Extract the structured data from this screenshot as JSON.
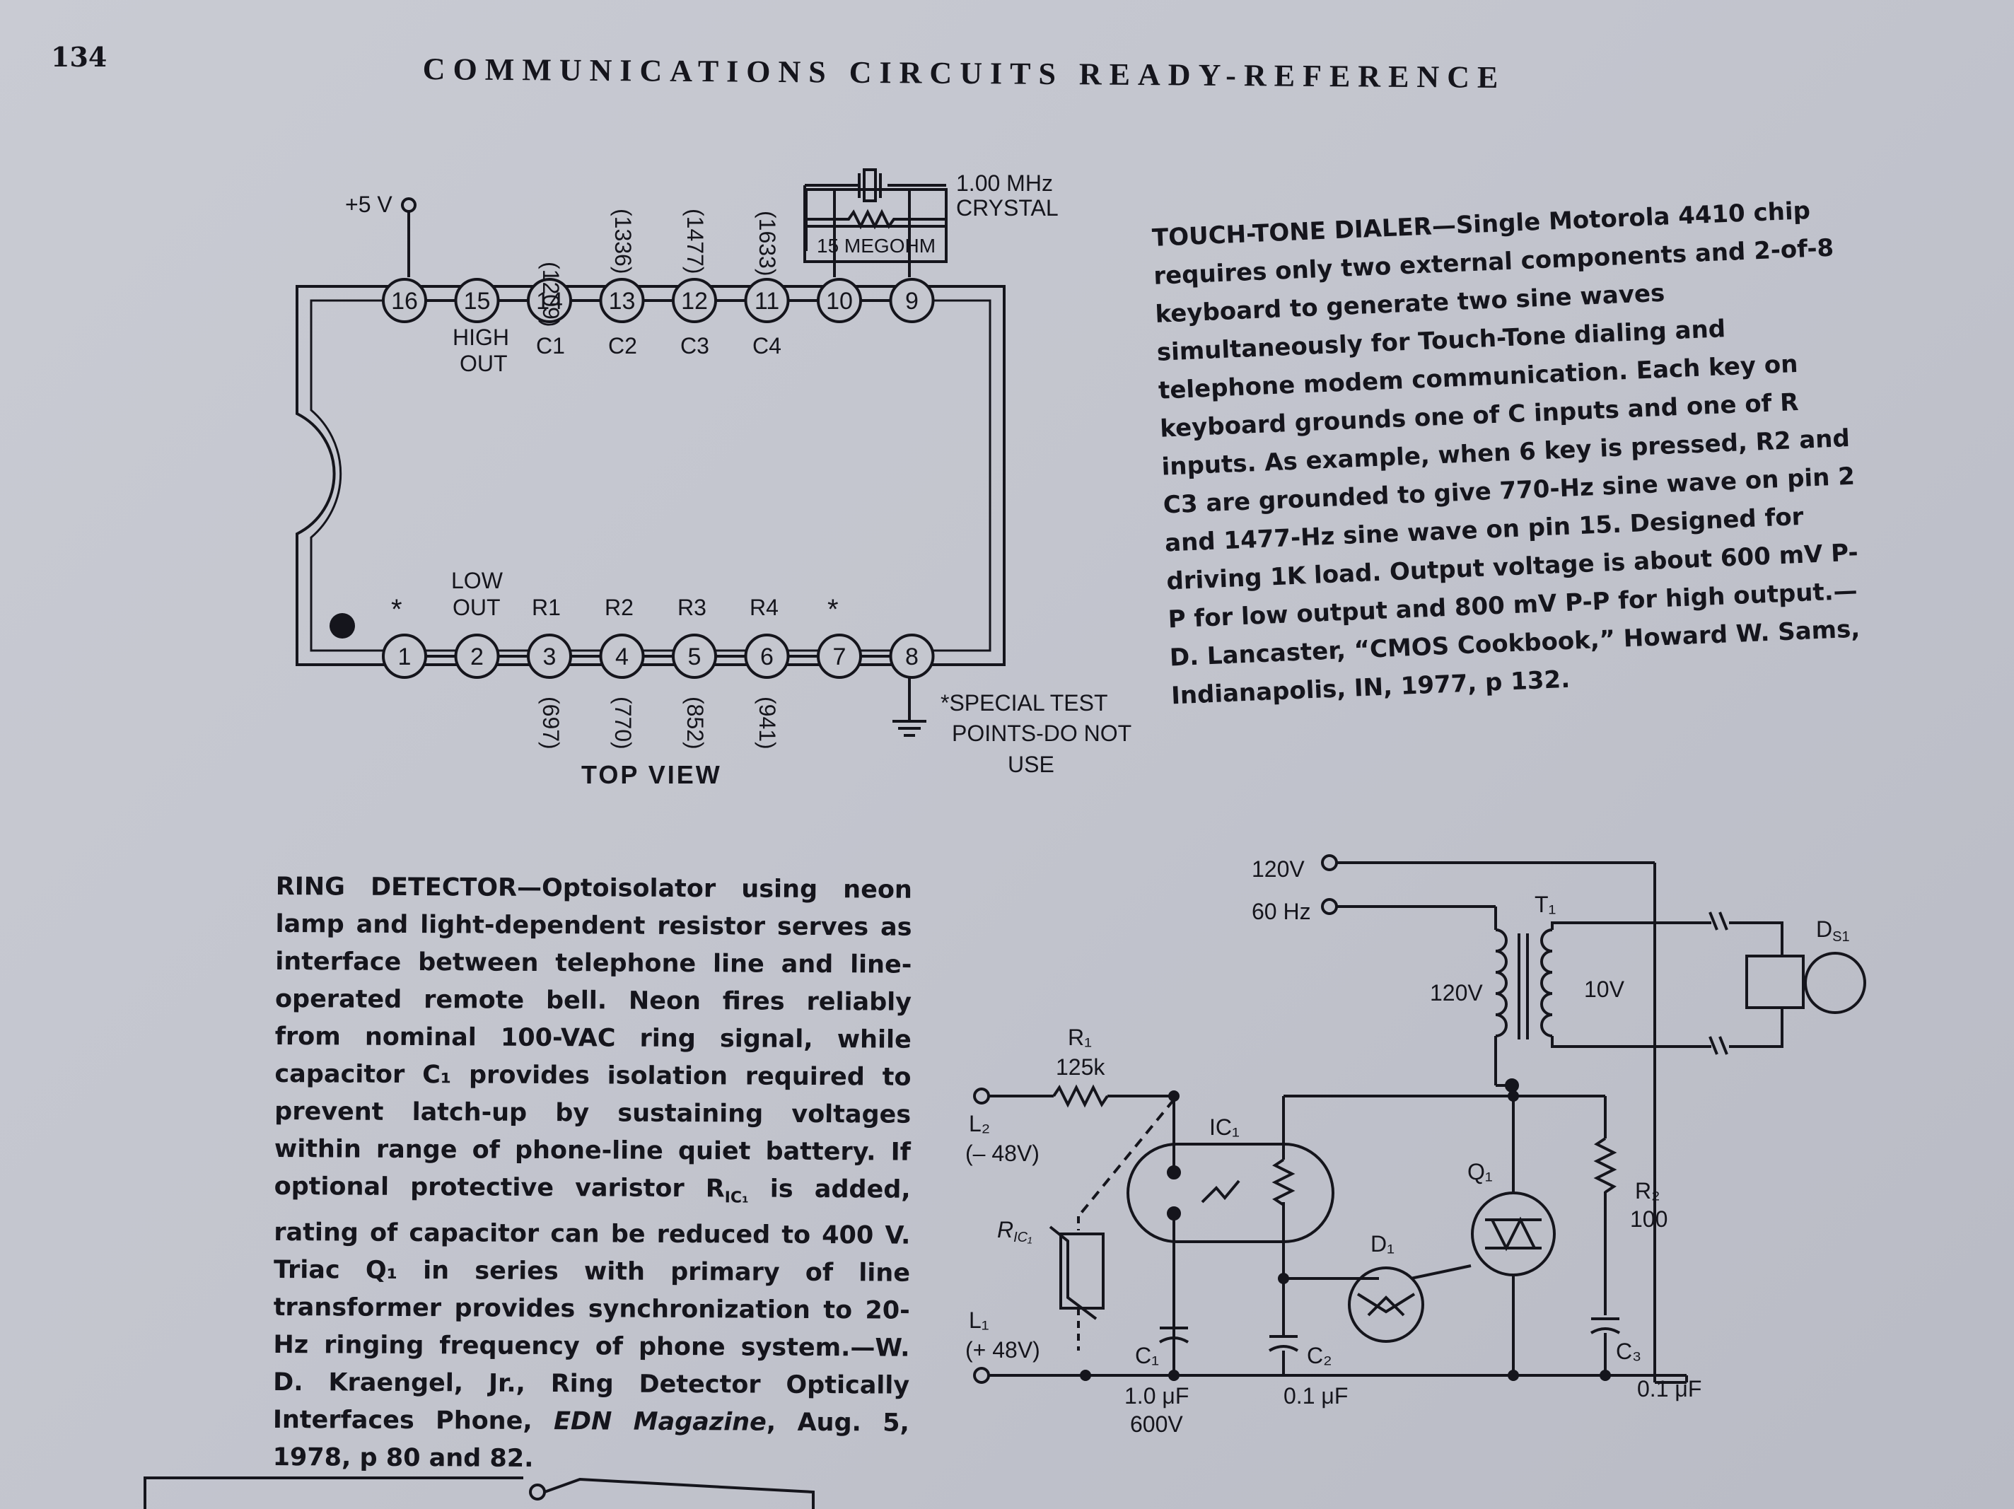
{
  "header": {
    "page_number": "134",
    "running_title": "COMMUNICATIONS CIRCUITS READY-REFERENCE"
  },
  "touch_tone": {
    "title": "TOUCH-TONE DIALER",
    "body": "—Single Motorola 4410 chip requires only two external components and 2-of-8 keyboard to generate two sine waves simultaneously for Touch-Tone dialing and telephone modem communication. Each key on keyboard grounds one of C inputs and one of R inputs. As example, when 6 key is pressed, R2 and C3 are grounded to give 770-Hz sine wave on pin 2 and 1477-Hz sine wave on pin 15. Designed for driving 1K load. Output voltage is about 600 mV P-P for low output and 800 mV P-P for high output.—D. Lancaster, “CMOS Cookbook,” Howard W. Sams, Indianapolis, IN, 1977, p 132.",
    "diagram": {
      "supply": "+5 V",
      "crystal": [
        "1.00 MHz",
        "CRYSTAL"
      ],
      "resistor": "15 MEGOHM",
      "top_pins": [
        "16",
        "15",
        "14",
        "13",
        "12",
        "11",
        "10",
        "9"
      ],
      "top_labels": [
        "HIGH",
        "OUT",
        "C1",
        "C2",
        "C3",
        "C4"
      ],
      "top_freqs": [
        "(1209)",
        "(1336)",
        "(1477)",
        "(1633)"
      ],
      "bottom_pins": [
        "1",
        "2",
        "3",
        "4",
        "5",
        "6",
        "7",
        "8"
      ],
      "bottom_labels": [
        "*",
        "LOW",
        "OUT",
        "R1",
        "R2",
        "R3",
        "R4",
        "*"
      ],
      "bottom_freqs": [
        "(697)",
        "(770)",
        "(852)",
        "(941)"
      ],
      "note": [
        "*SPECIAL TEST",
        "POINTS-DO NOT",
        "USE"
      ],
      "view": "TOP VIEW"
    }
  },
  "ring": {
    "title": "RING DETECTOR",
    "body_a": "—Optoisolator using neon lamp and light-dependent resistor serves as interface between telephone line and line-operated remote bell. Neon fires reliably from nominal 100-VAC ring signal, while capacitor C₁ provides isolation required to prevent latch-up by sustaining voltages within range of phone-line quiet battery. If optional protective varistor R",
    "body_sub": "IC₁",
    "body_b": " is added, rating of capacitor can be reduced to 400 V. Triac Q₁ in series with primary of line transformer provides synchronization to 20-Hz ringing frequency of phone system.—W. D. Kraengel, Jr., Ring Detector Optically Interfaces Phone, ",
    "body_cite": "EDN Magazine",
    "body_c": ", Aug. 5, 1978, p 80 and 82.",
    "diagram": {
      "v120": "120V",
      "hz60": "60 Hz",
      "t1": "T₁",
      "prim": "120V",
      "sec": "10V",
      "ds1": "D",
      "ds1_sub": "S1",
      "r1": "R₁",
      "r1v": "125k",
      "l2": "L₂",
      "l2v": "(– 48V)",
      "ic1": "IC₁",
      "ric": "R",
      "ric_sub": "IC₁",
      "l1": "L₁",
      "l1v": "(+ 48V)",
      "c1": "C₁",
      "c1v": "1.0 μF",
      "c1v2": "600V",
      "c2": "C₂",
      "c2v": "0.1 μF",
      "d1": "D₁",
      "q1": "Q₁",
      "r2": "R₂",
      "r2v": "100",
      "c3": "C₃",
      "c3v": "0.1 μF"
    }
  }
}
